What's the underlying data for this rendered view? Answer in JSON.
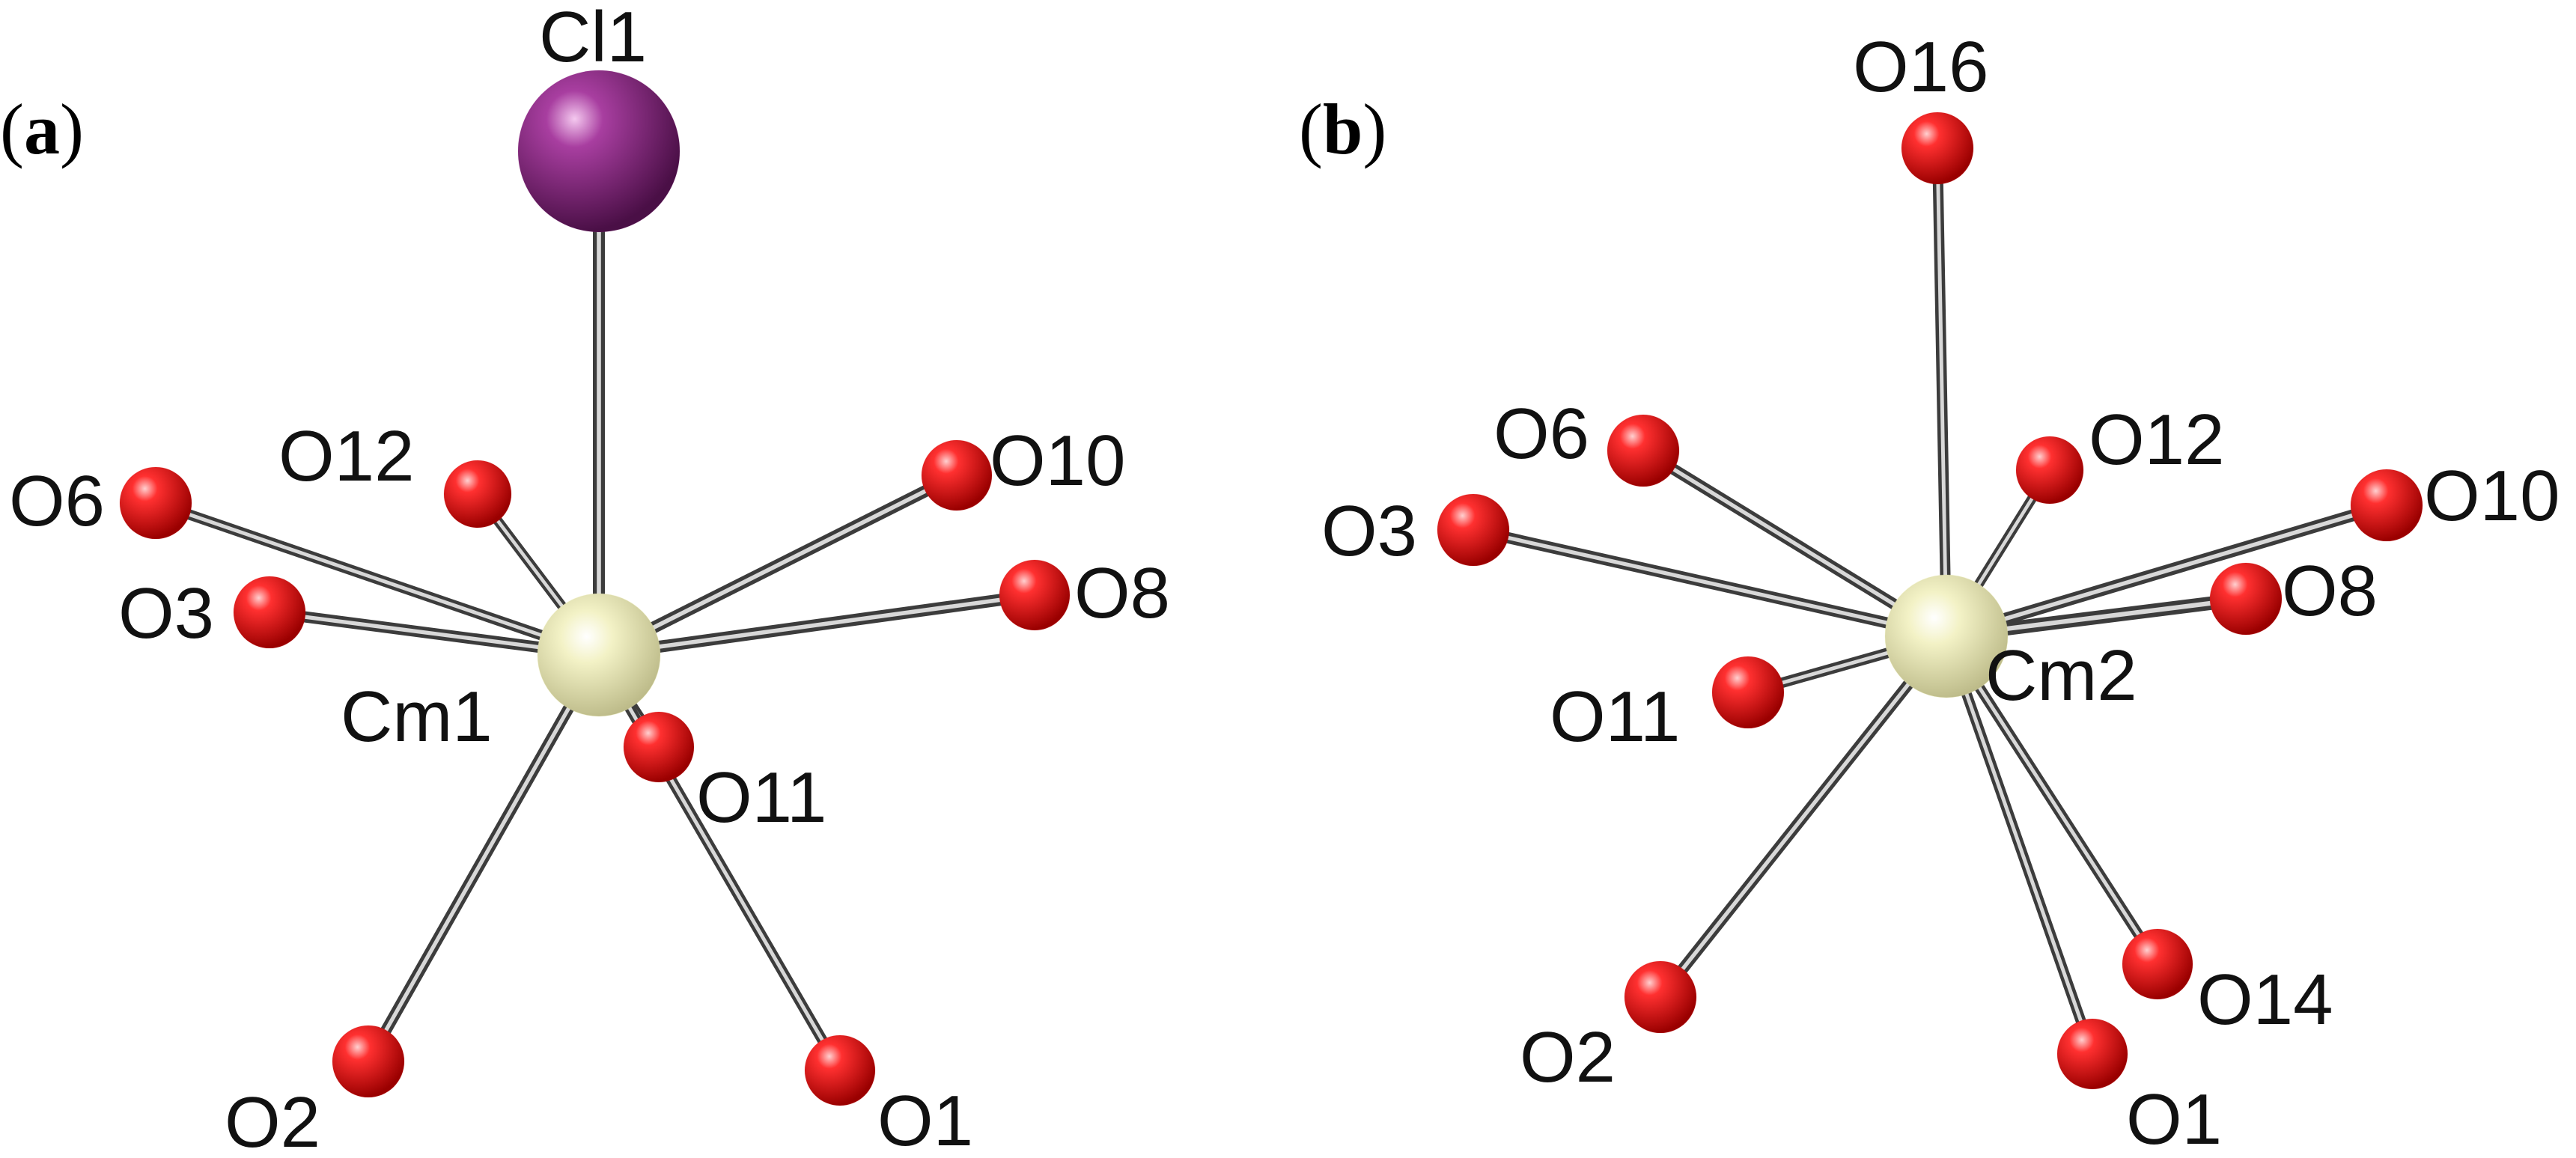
{
  "panels": [
    {
      "id": "a",
      "label_open": "(",
      "label_letter": "a",
      "label_close": ")",
      "center": {
        "name": "Cm1",
        "element": "Cm",
        "color": "#ecebb3"
      },
      "ligands": [
        {
          "name": "Cl1",
          "element": "Cl",
          "color": "#9a2f8f"
        },
        {
          "name": "O6",
          "element": "O",
          "color": "#e01010"
        },
        {
          "name": "O12",
          "element": "O",
          "color": "#e01010"
        },
        {
          "name": "O10",
          "element": "O",
          "color": "#e01010"
        },
        {
          "name": "O3",
          "element": "O",
          "color": "#e01010"
        },
        {
          "name": "O8",
          "element": "O",
          "color": "#e01010"
        },
        {
          "name": "O11",
          "element": "O",
          "color": "#e01010"
        },
        {
          "name": "O2",
          "element": "O",
          "color": "#e01010"
        },
        {
          "name": "O1",
          "element": "O",
          "color": "#e01010"
        }
      ]
    },
    {
      "id": "b",
      "label_open": "(",
      "label_letter": "b",
      "label_close": ")",
      "center": {
        "name": "Cm2",
        "element": "Cm",
        "color": "#ecebb3"
      },
      "ligands": [
        {
          "name": "O16",
          "element": "O",
          "color": "#e01010"
        },
        {
          "name": "O6",
          "element": "O",
          "color": "#e01010"
        },
        {
          "name": "O12",
          "element": "O",
          "color": "#e01010"
        },
        {
          "name": "O3",
          "element": "O",
          "color": "#e01010"
        },
        {
          "name": "O10",
          "element": "O",
          "color": "#e01010"
        },
        {
          "name": "O8",
          "element": "O",
          "color": "#e01010"
        },
        {
          "name": "O11",
          "element": "O",
          "color": "#e01010"
        },
        {
          "name": "O2",
          "element": "O",
          "color": "#e01010"
        },
        {
          "name": "O14",
          "element": "O",
          "color": "#e01010"
        },
        {
          "name": "O1",
          "element": "O",
          "color": "#e01010"
        }
      ]
    }
  ]
}
